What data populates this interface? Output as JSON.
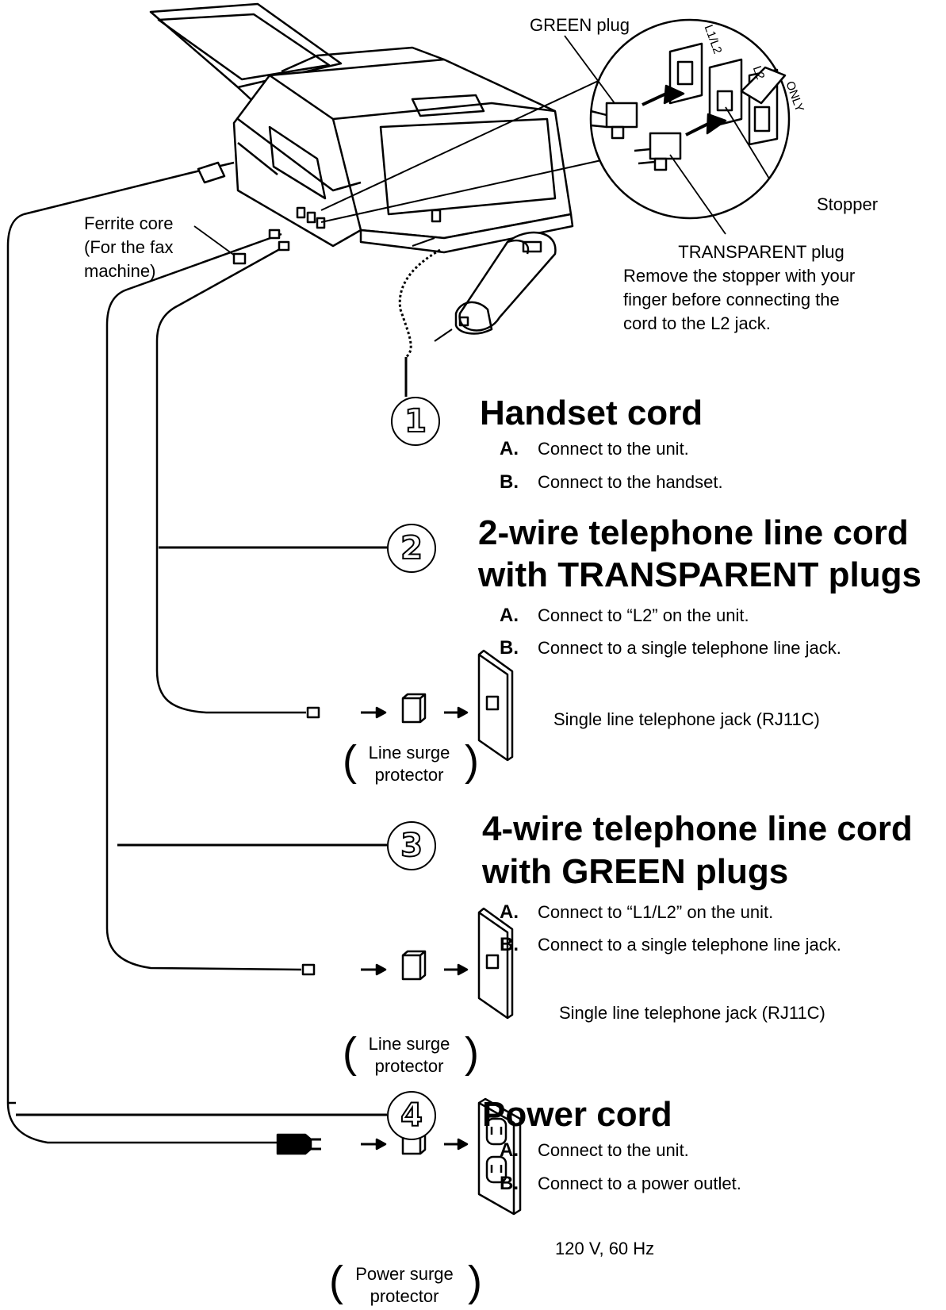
{
  "callouts": {
    "green_plug": "GREEN plug",
    "stopper": "Stopper",
    "transparent_plug": "TRANSPARENT plug",
    "transparent_note_1": "Remove the stopper with your",
    "transparent_note_2": "finger before connecting the",
    "transparent_note_3": "cord to the L2 jack.",
    "ferrite_1": "Ferrite core",
    "ferrite_2": "(For the fax",
    "ferrite_3": "machine)",
    "jack_l1l2": "L1/L2",
    "jack_l2": "L2",
    "jack_only": "ONLY"
  },
  "sections": [
    {
      "number": "1",
      "title": "Handset cord",
      "steps": [
        {
          "letter": "A.",
          "text": "Connect to the unit."
        },
        {
          "letter": "B.",
          "text": "Connect to the handset."
        }
      ]
    },
    {
      "number": "2",
      "title_line1": "2-wire telephone line cord",
      "title_line2": "with TRANSPARENT plugs",
      "steps": [
        {
          "letter": "A.",
          "text": "Connect to “L2” on the unit."
        },
        {
          "letter": "B.",
          "text": "Connect to a single telephone line jack."
        }
      ],
      "surge_1": "Line surge",
      "surge_2": "protector",
      "jack_label": "Single line telephone jack (RJ11C)"
    },
    {
      "number": "3",
      "title_line1": "4-wire telephone line cord",
      "title_line2": "with GREEN plugs",
      "steps": [
        {
          "letter": "A.",
          "text": "Connect to “L1/L2” on the unit."
        },
        {
          "letter": "B.",
          "text": "Connect to a single telephone line jack."
        }
      ],
      "surge_1": "Line surge",
      "surge_2": "protector",
      "jack_label": "Single line telephone jack (RJ11C)"
    },
    {
      "number": "4",
      "title": "Power cord",
      "steps": [
        {
          "letter": "A.",
          "text": "Connect to the unit."
        },
        {
          "letter": "B.",
          "text": "Connect to a power outlet."
        }
      ],
      "surge_1": "Power surge",
      "surge_2": "protector",
      "outlet_label": "120 V, 60 Hz"
    }
  ]
}
